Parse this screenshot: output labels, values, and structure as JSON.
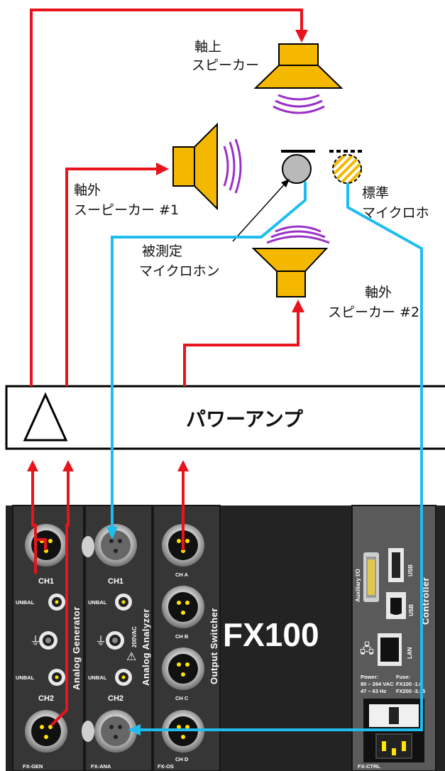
{
  "labels": {
    "on_axis_speaker_line1": "軸上",
    "on_axis_speaker_line2": "スピーカー",
    "off_axis_speaker1_line1": "軸外",
    "off_axis_speaker1_line2": "スーピーカー #1",
    "reference_mic_line1": "標準",
    "reference_mic_line2": "マイクロホ",
    "dut_mic_line1": "被測定",
    "dut_mic_line2": "マイクロホン",
    "off_axis_speaker2_line1": "軸外",
    "off_axis_speaker2_line2": "スピーカー #2",
    "power_amp": "パワーアンプ"
  },
  "rack": {
    "brand": "FX100",
    "module_gen": "FX-GEN",
    "module_ana": "FX-ANA",
    "module_os": "FX-OS",
    "module_ctrl": "FX-CTRL",
    "gen_title": "Analog Generator",
    "ana_title": "Analog Analyzer",
    "os_title": "Output Switcher",
    "ctrl_title": "Controller",
    "ch1": "CH1",
    "ch2": "CH2",
    "cha": "CH A",
    "chb": "CH B",
    "chc": "CH C",
    "chd": "CH D",
    "unbal": "UNBAL",
    "aux": "Auxiliary I/O",
    "usb": "USB",
    "lan": "LAN",
    "ana_warning": "200VAC",
    "power_label": "Power:",
    "power_v": "90 – 264 VAC",
    "power_hz": "47 – 63 Hz",
    "fuse_label": "Fuse:",
    "fuse_1": "FX100 -1.6",
    "fuse_2": "FX200 -3.15"
  },
  "colors": {
    "signal_out": "#e8141c",
    "signal_in": "#1ebdf0",
    "speaker": "#f5b800",
    "sound_waves": "#9b2fc8",
    "panel": "#2b2b2b",
    "connector_pin": "#ffe500"
  }
}
